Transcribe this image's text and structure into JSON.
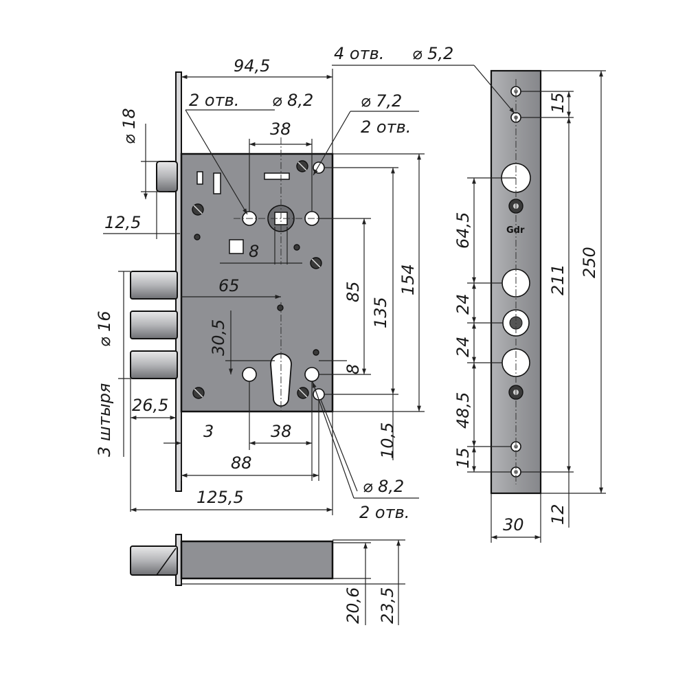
{
  "colors": {
    "background": "#ffffff",
    "body_grey": "#8f9094",
    "faceplate_grey": "#9a9b9e",
    "bolt_grey": "#b9babd",
    "line": "#1a1a1a"
  },
  "front_view": {
    "width_overall": "94,5",
    "holes_top_left": "2 отв.",
    "holes_top_left_dia": "⌀ 8,2",
    "spindle_spacing": "38",
    "holes_top_right_dia": "⌀ 7,2",
    "holes_top_right": "2 отв.",
    "latch_dia": "⌀ 18",
    "latch_projection": "12,5",
    "spindle_square": "8",
    "backset": "65",
    "dim_85": "85",
    "dim_135": "135",
    "dim_154": "154",
    "cyl_offset": "30,5",
    "cyl_small_8": "8",
    "bolts_label": "3 штыря",
    "bolts_dia": "⌀ 16",
    "bolt_projection": "26,5",
    "faceplate_thickness": "3",
    "lower_spacing": "38",
    "lower_width": "88",
    "dim_10_5": "10,5",
    "holes_bottom_dia": "⌀ 8,2",
    "holes_bottom": "2 отв.",
    "width_total": "125,5"
  },
  "faceplate_view": {
    "holes_label": "4 отв.",
    "holes_dia": "⌀ 5,2",
    "dim_15_top": "15",
    "dim_64_5": "64,5",
    "dim_211": "211",
    "dim_250": "250",
    "dim_24_a": "24",
    "dim_24_b": "24",
    "dim_48_5": "48,5",
    "dim_15_bottom": "15",
    "width": "30",
    "dim_12": "12",
    "logo_text": "Gdr"
  },
  "side_view": {
    "dim_20_6": "20,6",
    "dim_23_5": "23,5"
  }
}
